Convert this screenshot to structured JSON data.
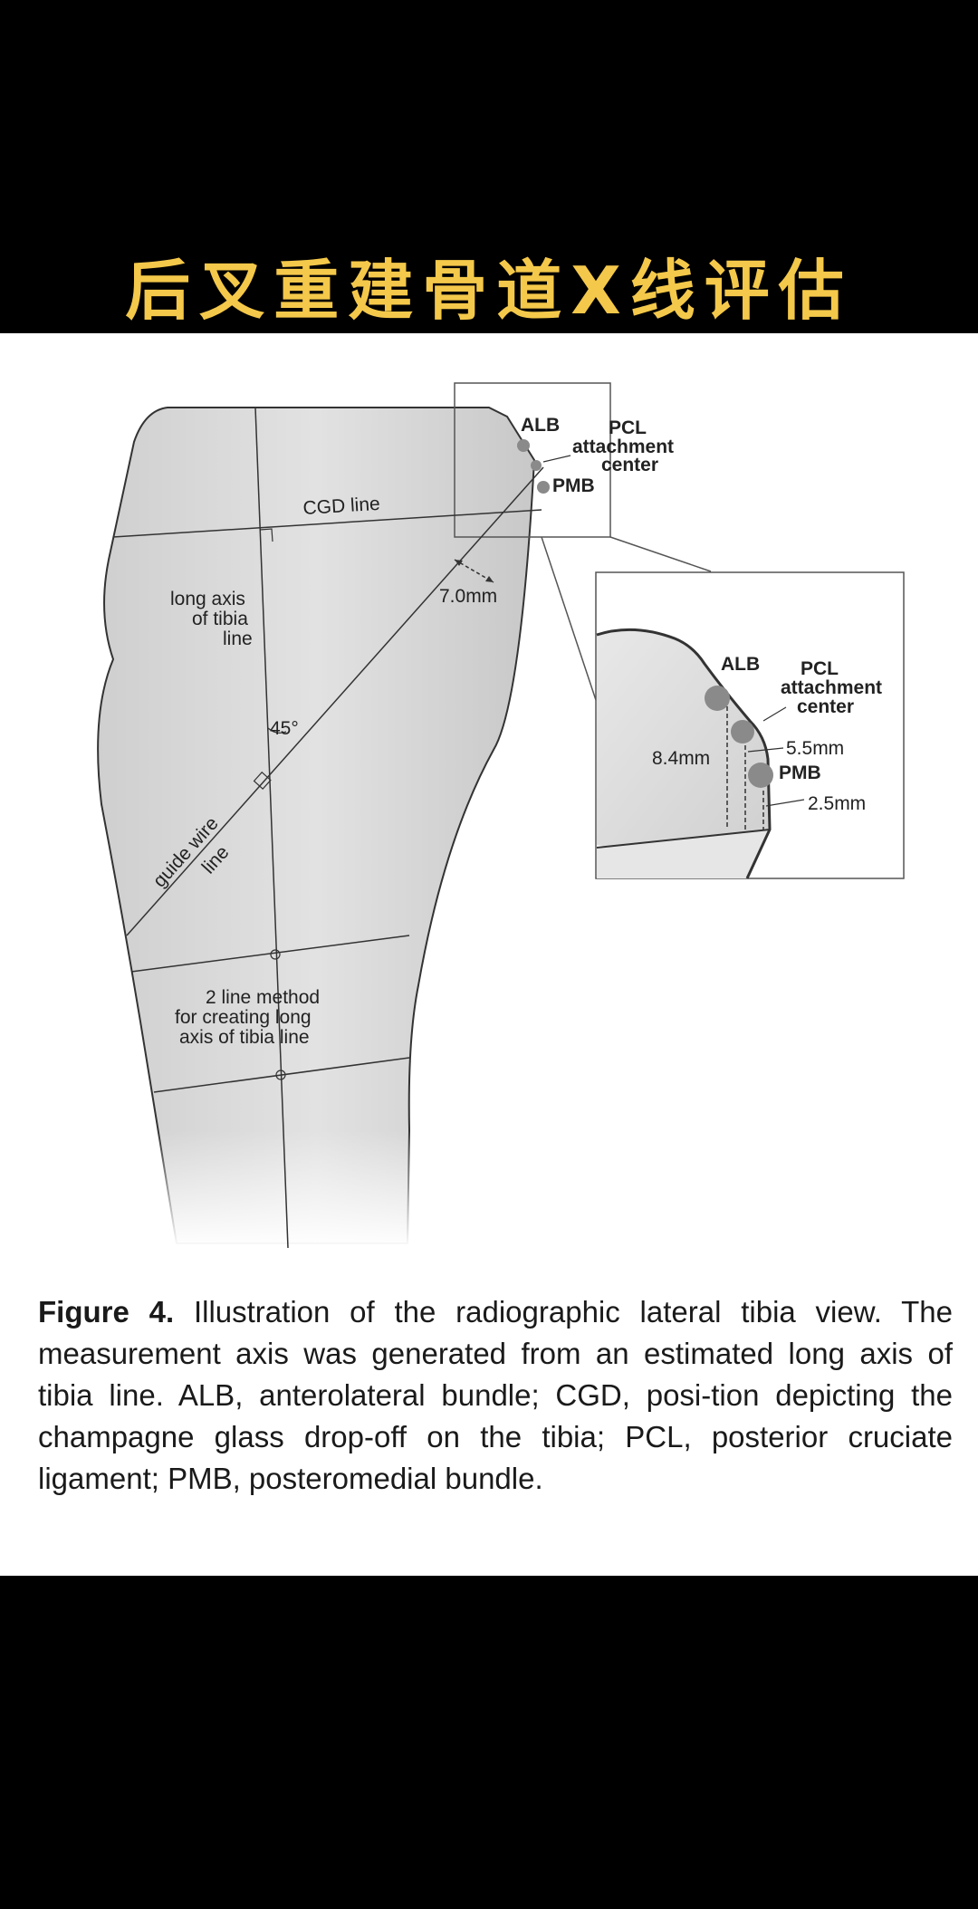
{
  "title": "后叉重建骨道X线评估",
  "figure": {
    "labels": {
      "alb": "ALB",
      "pcl_line1": "PCL",
      "pcl_line2": "attachment",
      "pcl_line3": "center",
      "pmb": "PMB",
      "cgd_line": "CGD line",
      "long_axis_1": "long axis",
      "long_axis_2": "of tibia",
      "long_axis_3": "line",
      "distance_main": "7.0mm",
      "angle": "45°",
      "guide_wire_1": "guide wire",
      "guide_wire_2": "line",
      "two_line_1": "2 line method",
      "two_line_2": "for creating long",
      "two_line_3": "axis of tibia line"
    },
    "inset": {
      "alb": "ALB",
      "pcl_line1": "PCL",
      "pcl_line2": "attachment",
      "pcl_line3": "center",
      "pmb": "PMB",
      "dist_alb": "8.4mm",
      "dist_center": "5.5mm",
      "dist_pmb": "2.5mm"
    }
  },
  "caption": {
    "label": "Figure 4.",
    "text": " Illustration of the radiographic lateral tibia view. The measurement axis was generated from an estimated long axis of tibia line. ALB, anterolateral bundle; CGD, posi-tion depicting the champagne glass drop-off on the tibia; PCL, posterior cruciate ligament; PMB, posteromedial bundle."
  }
}
